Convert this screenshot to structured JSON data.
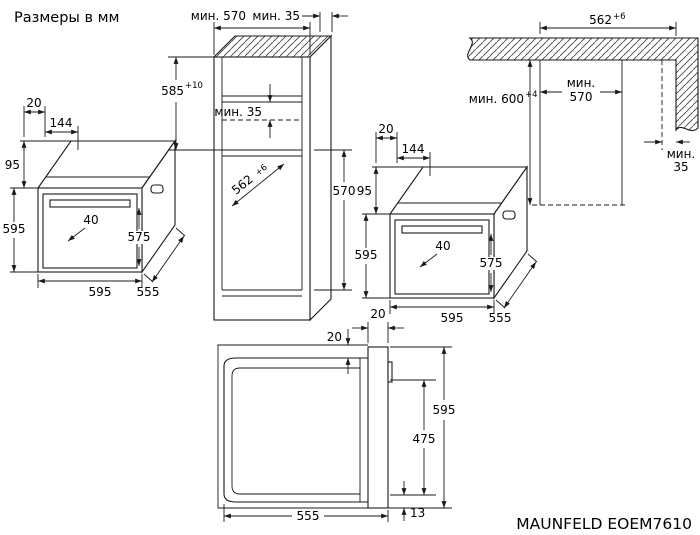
{
  "title": "Размеры в мм",
  "model": "MAUNFELD EOEM7610",
  "oven_left": {
    "top_offset": "20",
    "panel_width": "144",
    "front_height": "95",
    "height": "595",
    "door_offset": "40",
    "inner_height": "575",
    "width": "595",
    "depth": "555"
  },
  "oven_right": {
    "top_offset": "20",
    "panel_width": "144",
    "front_height": "95",
    "height": "595",
    "door_offset": "40",
    "inner_height": "575",
    "width": "595",
    "depth": "555"
  },
  "column": {
    "min_width": "мин. 570",
    "top_gap": "мин. 35",
    "niche_height": "585",
    "niche_height_tol": "+10",
    "vent_gap": "мин. 35",
    "lower_niche_height": "570",
    "niche_depth": "562",
    "niche_depth_tol": "+6"
  },
  "worktop": {
    "depth": "562",
    "depth_tol": "+6",
    "min_height": "мин. 600",
    "min_height_tol": "+4",
    "min_width_label": "мин.",
    "min_width_value": "570",
    "wall_gap_label": "мин.",
    "wall_gap_value": "35"
  },
  "side_view": {
    "door_thickness": "20",
    "top_gap": "20",
    "height": "595",
    "inner_height": "475",
    "depth": "555",
    "bottom_gap": "13"
  }
}
